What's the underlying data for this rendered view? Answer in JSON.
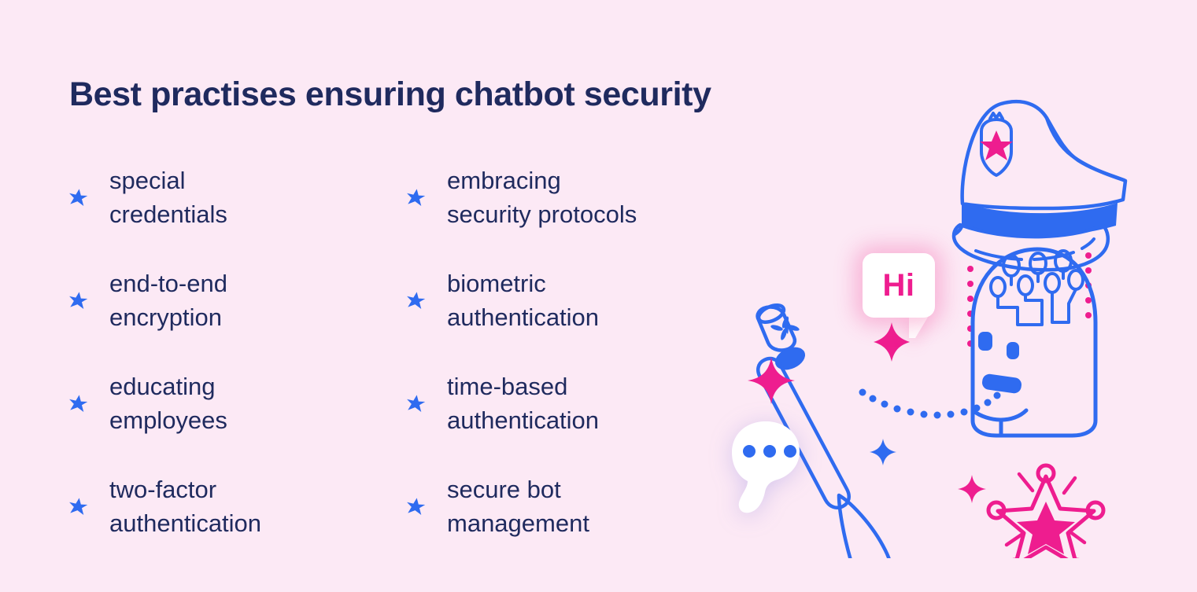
{
  "page": {
    "background_color": "#fce9f5",
    "title": "Best practises ensuring chatbot security",
    "title_color": "#1f2a5e"
  },
  "palette": {
    "background": "#fce9f5",
    "navy": "#1f2a5e",
    "blue": "#2f6bf0",
    "pink": "#ee1d8f",
    "white": "#ffffff"
  },
  "list": {
    "bullet_icon": "star-icon",
    "bullet_color": "#2f6bf0",
    "left_column": [
      {
        "label": "special\ncredentials"
      },
      {
        "label": "end-to-end\nencryption"
      },
      {
        "label": "educating\nemployees"
      },
      {
        "label": "two-factor\nauthentication"
      }
    ],
    "right_column": [
      {
        "label": "embracing\nsecurity protocols"
      },
      {
        "label": "biometric\nauthentication"
      },
      {
        "label": "time-based\nauthentication"
      },
      {
        "label": "secure bot\nmanagement"
      }
    ]
  },
  "illustration": {
    "hi_bubble_text": "Hi",
    "hi_bubble_text_color": "#ee1d8f",
    "typing_dots_count": 3,
    "typing_dots_color": "#2f6bf0",
    "police_cap": {
      "outline_color": "#2f6bf0",
      "band_color": "#2f6bf0",
      "badge_star_color": "#ee1d8f"
    },
    "robot_head": {
      "outline_color": "#2f6bf0",
      "eye_color": "#2f6bf0",
      "mouth_color": "#2f6bf0",
      "circuit_color": "#2f6bf0"
    },
    "baton": {
      "outline_color": "#2f6bf0",
      "joint_color": "#2f6bf0"
    },
    "sheriff_badge": {
      "color": "#ee1d8f",
      "points": 5
    },
    "sparkles": [
      {
        "name": "sparkle-blue-pinwheel",
        "color": "#2f6bf0"
      },
      {
        "name": "sparkle-pink-small-top",
        "color": "#ee1d8f"
      },
      {
        "name": "sparkle-blue-small",
        "color": "#2f6bf0"
      },
      {
        "name": "sparkle-pink-large",
        "color": "#ee1d8f"
      },
      {
        "name": "sparkle-pink-badge",
        "color": "#ee1d8f"
      }
    ],
    "dotted_trail_color": "#2f6bf0",
    "dotted_connector_color": "#ee1d8f"
  }
}
